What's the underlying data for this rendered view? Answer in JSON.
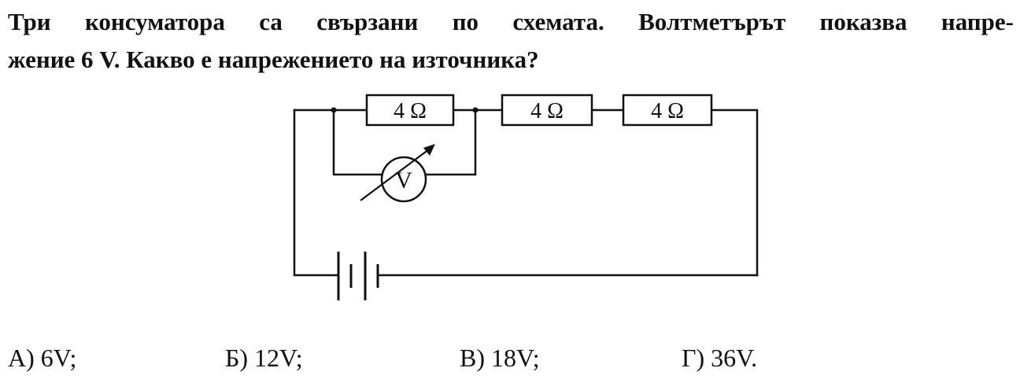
{
  "question": {
    "line1": "Три консуматора са свързани по схемата. Волтметърът показва напре-",
    "line2": "жение 6 V. Какво е напрежението на източника?"
  },
  "diagram": {
    "resistors": [
      {
        "label": "4 Ω"
      },
      {
        "label": "4 Ω"
      },
      {
        "label": "4 Ω"
      }
    ],
    "voltmeter": {
      "label": "V"
    }
  },
  "answers": [
    {
      "text": "А) 6V;"
    },
    {
      "text": "Б) 12V;"
    },
    {
      "text": "В) 18V;"
    },
    {
      "text": "Г) 36V."
    }
  ]
}
